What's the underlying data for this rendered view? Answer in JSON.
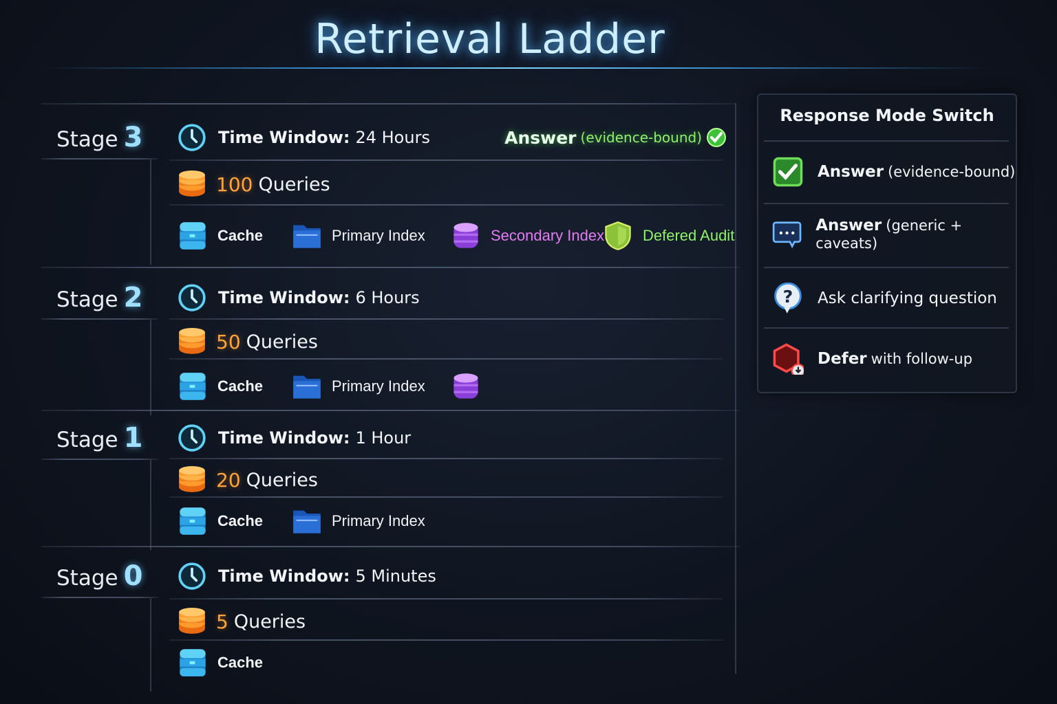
{
  "title": "Retrieval Ladder",
  "stage_word": "Stage",
  "time_window_label": "Time Window:",
  "queries_word": "Queries",
  "top_badge": {
    "main": "Answer",
    "sub": "(evidence-bound)",
    "icon": "check-circle-icon"
  },
  "stages": [
    {
      "number": "3",
      "time_window": "24 Hours",
      "queries": "100",
      "resources": [
        {
          "icon": "cache",
          "label": "Cache",
          "bold": true
        },
        {
          "icon": "folder",
          "label": "Primary Index"
        },
        {
          "icon": "purple-db",
          "label": "Secondary Index",
          "color": "#e27cf0"
        },
        {
          "icon": "shield",
          "label": "Defered Audit",
          "color": "#8ff06a"
        }
      ]
    },
    {
      "number": "2",
      "time_window": "6 Hours",
      "queries": "50",
      "resources": [
        {
          "icon": "cache",
          "label": "Cache",
          "bold": true
        },
        {
          "icon": "folder",
          "label": "Primary Index"
        },
        {
          "icon": "purple-db",
          "label": ""
        }
      ]
    },
    {
      "number": "1",
      "time_window": "1 Hour",
      "queries": "20",
      "resources": [
        {
          "icon": "cache",
          "label": "Cache",
          "bold": true
        },
        {
          "icon": "folder",
          "label": "Primary Index"
        }
      ]
    },
    {
      "number": "0",
      "time_window": "5 Minutes",
      "queries": "5",
      "resources": [
        {
          "icon": "cache",
          "label": "Cache",
          "bold": true
        }
      ]
    }
  ],
  "panel": {
    "title": "Response Mode Switch",
    "modes": [
      {
        "icon": "green-check-box",
        "main": "Answer",
        "sub": "(evidence-bound)"
      },
      {
        "icon": "chat-bubble",
        "main": "Answer",
        "sub": "(generic + caveats)"
      },
      {
        "icon": "question-bubble",
        "main": "Ask clarifying question",
        "sub": ""
      },
      {
        "icon": "defer-hexagon",
        "main": "Defer",
        "sub": "with follow-up"
      }
    ]
  },
  "colors": {
    "accent": "#7fd4ff",
    "queries": "#ffa43a",
    "green": "#8ff06a",
    "purple": "#e27cf0"
  }
}
